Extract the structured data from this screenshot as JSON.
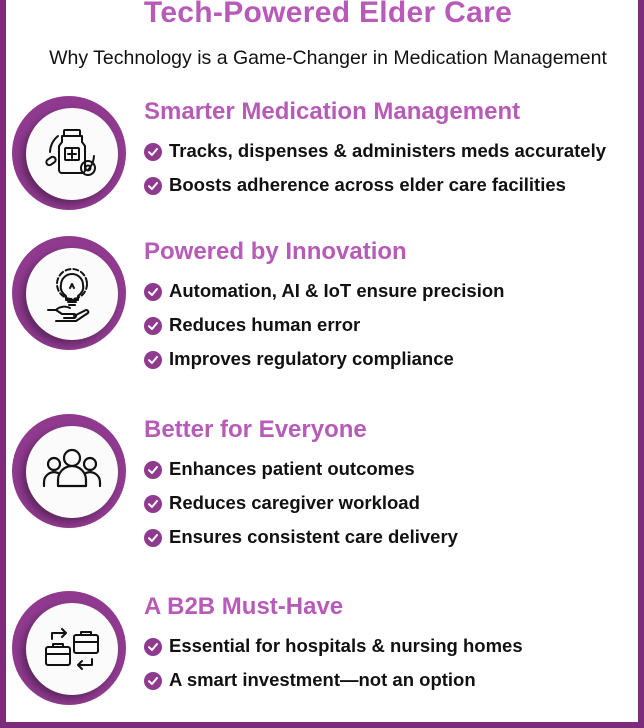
{
  "header": {
    "title": "Tech-Powered Elder Care",
    "subtitle": "Why Technology is a Game-Changer in Medication Management"
  },
  "colors": {
    "accent": "#b85bb8",
    "dark_accent": "#8f3a8f",
    "frame": "#7b2c7b"
  },
  "sections": [
    {
      "icon": "medication-bottle-icon",
      "title": "Smarter Medication Management",
      "bullets": [
        "Tracks, dispenses & administers meds accurately",
        "Boosts adherence across elder care facilities"
      ]
    },
    {
      "icon": "innovation-lightbulb-icon",
      "title": "Powered by Innovation",
      "bullets": [
        "Automation, AI & IoT ensure precision",
        "Reduces human error",
        "Improves regulatory compliance"
      ]
    },
    {
      "icon": "people-group-icon",
      "title": "Better for Everyone",
      "bullets": [
        "Enhances patient outcomes",
        "Reduces caregiver workload",
        "Ensures consistent care delivery"
      ]
    },
    {
      "icon": "briefcase-exchange-icon",
      "title": "A B2B Must-Have",
      "bullets": [
        "Essential for hospitals & nursing homes",
        "A smart investment—not an option"
      ]
    }
  ]
}
